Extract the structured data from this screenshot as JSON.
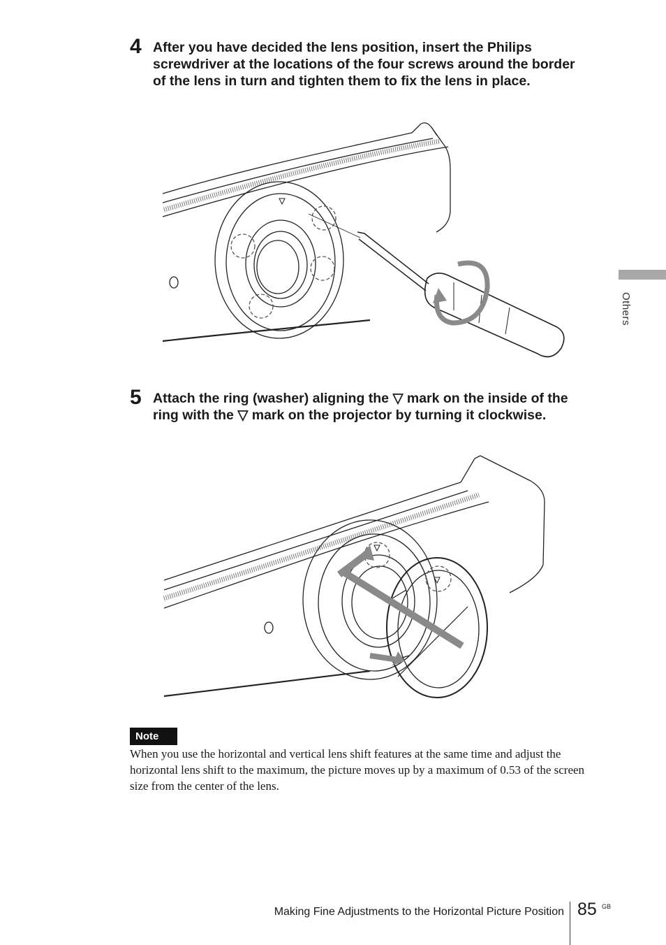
{
  "steps": [
    {
      "number": "4",
      "text": "After you have decided the lens position, insert the Philips screwdriver at the locations of the four screws around the border of the lens in turn and tighten them to fix the lens in place."
    },
    {
      "number": "5",
      "text": "Attach the ring (washer) aligning the ▽ mark on the inside of the ring with the ▽ mark on the projector by turning it clockwise."
    }
  ],
  "note": {
    "badge": "Note",
    "text": "When you use the horizontal and vertical lens shift features at the same time and adjust the horizontal lens shift to the maximum, the picture moves up by a maximum of 0.53 of the screen size from the center of the lens."
  },
  "side_tab": {
    "label": "Others"
  },
  "footer": {
    "section_title": "Making Fine Adjustments to the Horizontal Picture Position",
    "page_number": "85",
    "page_suffix": "GB"
  },
  "colors": {
    "text": "#1a1a1a",
    "badge_bg": "#111111",
    "side_bar": "#a8a8a8",
    "arrow_gray": "#8a8a8a"
  }
}
